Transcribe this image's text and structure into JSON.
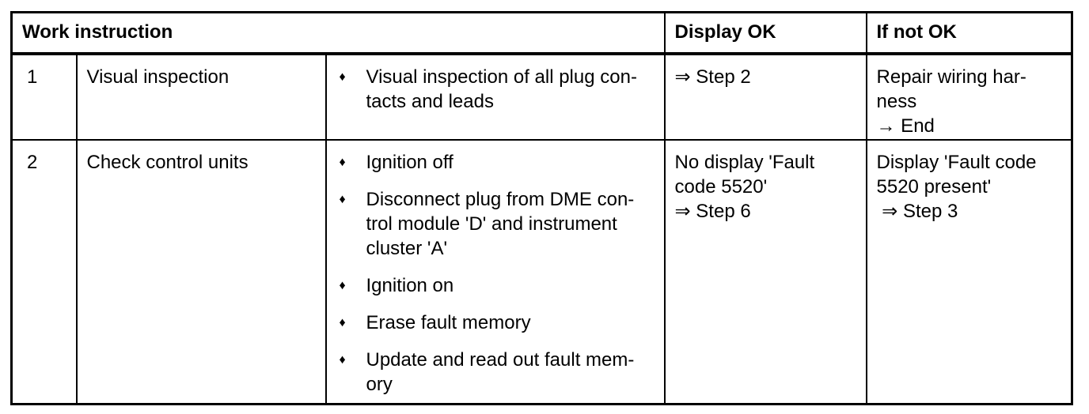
{
  "page": {
    "background_color": "#ffffff",
    "text_color": "#000000",
    "border_color": "#000000"
  },
  "table": {
    "bullet_glyph": "♦",
    "header": {
      "work_instruction": "Work instruction",
      "display_ok": "Display OK",
      "if_not_ok": "If not OK"
    },
    "rows": [
      {
        "step": "1",
        "task": "Visual inspection",
        "bullets": [
          "Visual inspection of all plug con-\ntacts and leads"
        ],
        "display_ok": "⇒ Step 2",
        "if_not_ok": "Repair wiring har-\nness\n→ End"
      },
      {
        "step": "2",
        "task": "Check control units",
        "bullets": [
          "Ignition off",
          "Disconnect plug from DME con-\ntrol module 'D' and instrument\ncluster 'A'",
          "Ignition on",
          "Erase fault memory",
          "Update and read out fault mem-\nory"
        ],
        "display_ok": "No display 'Fault\ncode 5520'\n⇒ Step 6",
        "if_not_ok": "Display 'Fault code\n5520 present'\n ⇒ Step 3"
      }
    ]
  }
}
